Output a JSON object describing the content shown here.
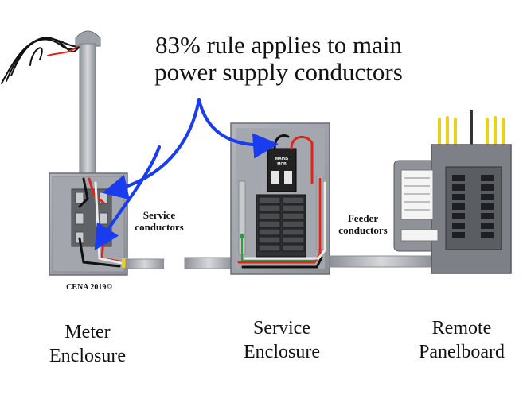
{
  "headline": {
    "line1": "83% rule applies to main",
    "line2": "power supply conductors"
  },
  "labels": {
    "service_conductors": [
      "Service",
      "conductors"
    ],
    "feeder_conductors": [
      "Feeder",
      "conductors"
    ],
    "copyright": "CENA 2019©",
    "main_breaker": [
      "MAINS",
      "MCB"
    ]
  },
  "captions": {
    "meter": [
      "Meter",
      "Enclosure"
    ],
    "service": [
      "Service",
      "Enclosure"
    ],
    "panel": [
      "Remote",
      "Panelboard"
    ]
  },
  "colors": {
    "arrow": "#1a3cf0",
    "enclosure": "#9a9ea4",
    "hot_wire": "#e0251b",
    "neutral_wire": "#ececec",
    "ground_wire": "#2e9e3a"
  }
}
